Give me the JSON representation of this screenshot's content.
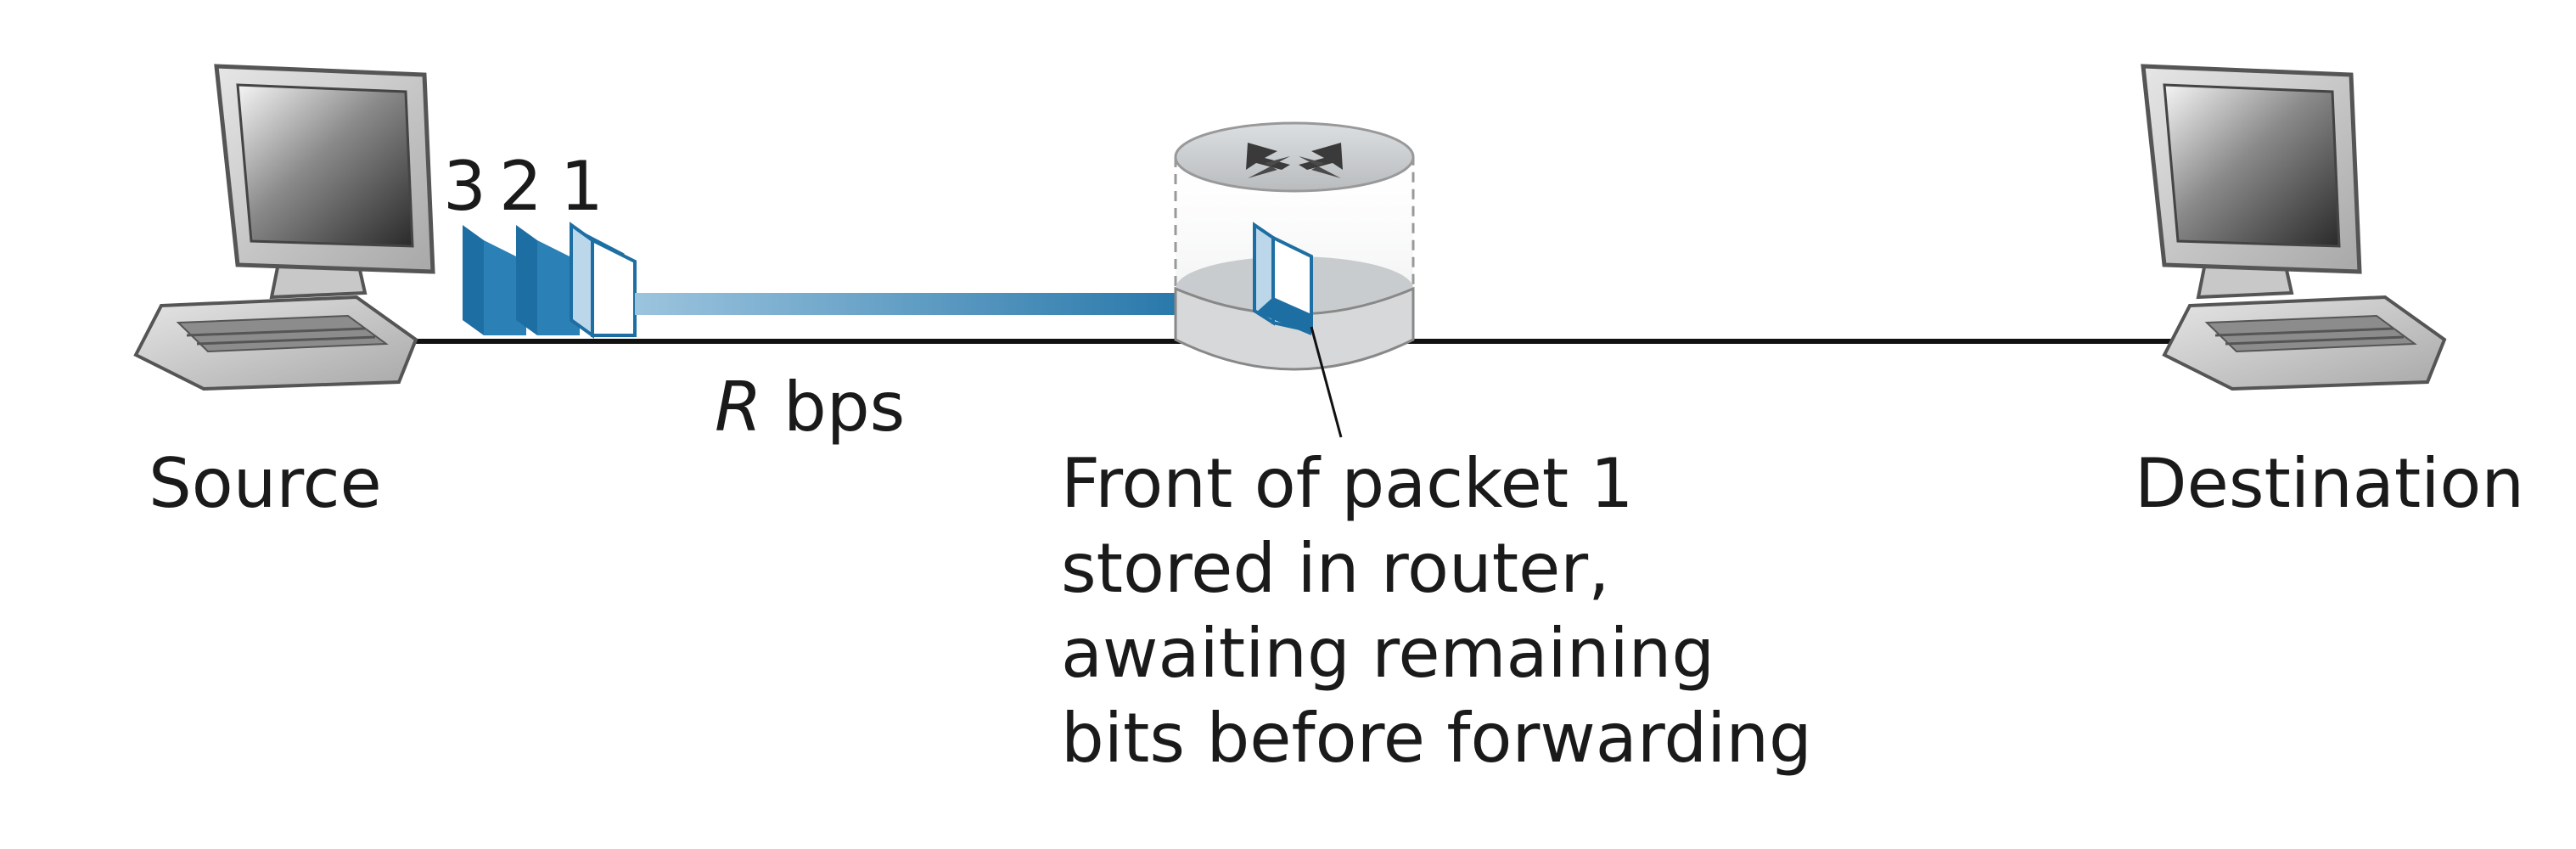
{
  "hosts": {
    "source_label": "Source",
    "destination_label": "Destination"
  },
  "link": {
    "rate_symbol": "R",
    "rate_unit": "bps"
  },
  "packets": {
    "numbers": [
      "3",
      "2",
      "1"
    ]
  },
  "router_note": {
    "lines": [
      "Front of packet 1",
      "stored in router,",
      "awaiting remaining",
      "bits before forwarding"
    ]
  },
  "colors": {
    "packet_blue": "#1d6fa3",
    "packet_blue_light": "#6fa8cc",
    "router_gray": "#c9ccce",
    "link_black": "#111111"
  }
}
